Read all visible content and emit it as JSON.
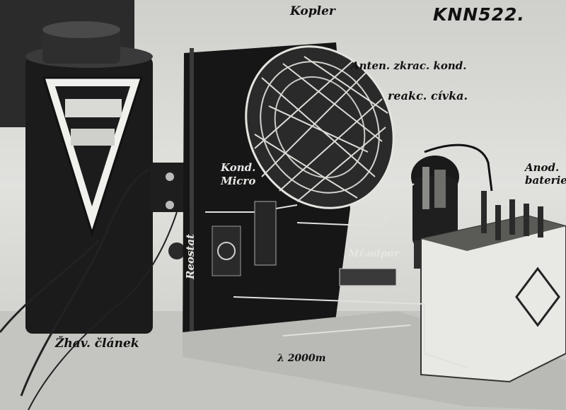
{
  "photo": {
    "catalog_number": "KNN522.",
    "labels": {
      "kopler": "Kopler",
      "anten_kond": "Anten. zkrac. kond.",
      "reakc_civka": "reakc. cívka.",
      "kond_micro": "Kond. Micro",
      "reostat": "Reostat",
      "mrizkovy_odpor": "Mř.odpor",
      "anod_baterie": "Anod. baterie",
      "zhav_clanek": "Žhav. článek",
      "vlnova_delka": "λ 2000m"
    }
  }
}
